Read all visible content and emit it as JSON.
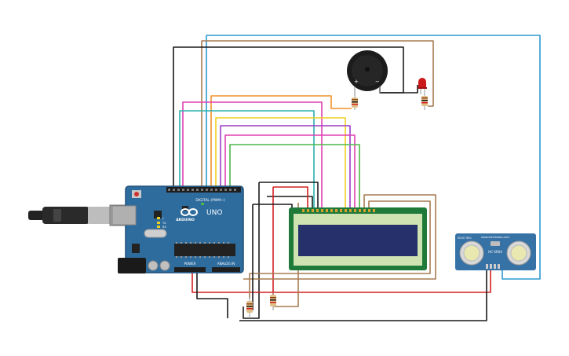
{
  "arduino": {
    "logo": "ARDUINO",
    "model": "UNO",
    "digital_label": "DIGITAL (PWM~)",
    "power_label": "POWER",
    "analog_label": "ANALOG IN",
    "tx_label": "TX",
    "rx_label": "RX",
    "l_label": "L",
    "on_label": "ON"
  },
  "sensor": {
    "brand": "www.elecfreaks.com",
    "model": "HC-SR04",
    "left_text": "ECHO TRIG"
  },
  "buzzer": {
    "plus": "+",
    "minus": "−"
  },
  "colors": {
    "board": "#2f6c9e",
    "board_dark": "#1f4f78",
    "lcd_pcb": "#1f7a3a",
    "lcd_frame": "#cfe2b1",
    "lcd_screen": "#26306b",
    "sensor_board": "#3772a6",
    "wire_black": "#1a1a1a",
    "wire_blue": "#2e9ad0",
    "wire_brown": "#a67c52",
    "wire_orange": "#f0902a",
    "wire_pink": "#e040b0",
    "wire_teal": "#2ab0b0",
    "wire_yellow": "#f0d020",
    "wire_purple": "#9c3cc4",
    "wire_green": "#4cb848",
    "wire_red": "#d42020",
    "led": "#cc1a1a"
  }
}
